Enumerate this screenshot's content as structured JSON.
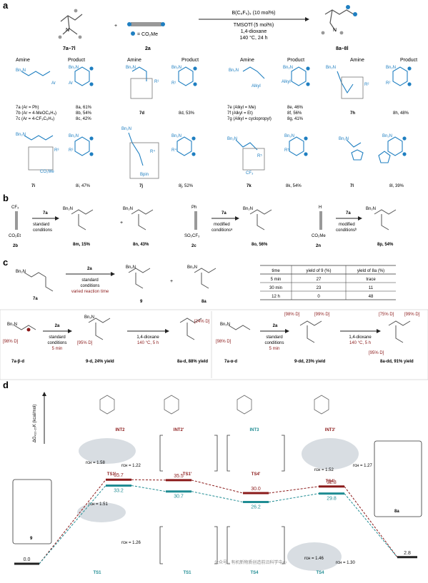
{
  "panels": {
    "a": "a",
    "b": "b",
    "c": "c",
    "d": "d"
  },
  "panel_a": {
    "reactant1_label": "7a–7l",
    "reactant2_label": "2a",
    "legend_text": "= CO₂Me",
    "conditions": [
      "B(C₆F₅)₃ (10 mol%)",
      "TMSOTf (5 mol%)",
      "1,4-dioxane",
      "140 °C, 24 h"
    ],
    "product_label": "8a–8l",
    "header_amine": "Amine",
    "header_product": "Product",
    "entries": [
      {
        "amine_lines": [
          "7a (Ar = Ph)",
          "7b (Ar = 4-MeOC₆H₄)",
          "7c (Ar = 4-CF₃C₆H₄)"
        ],
        "product_lines": [
          "8a, 61%",
          "8b, 54%",
          "8c, 42%"
        ]
      },
      {
        "amine_lines": [
          "7d"
        ],
        "product_lines": [
          "8d, 53%"
        ]
      },
      {
        "amine_lines": [
          "7e (Alkyl = Me)",
          "7f (Alkyl = Et)",
          "7g (Alkyl = cyclopropyl)"
        ],
        "product_lines": [
          "8e, 46%",
          "8f, 56%",
          "8g, 41%"
        ]
      },
      {
        "amine_lines": [
          "7h"
        ],
        "product_lines": [
          "8h, 48%"
        ]
      },
      {
        "amine_lines": [
          "7i"
        ],
        "product_lines": [
          "8i, 47%"
        ]
      },
      {
        "amine_lines": [
          "7j"
        ],
        "product_lines": [
          "8j, 52%"
        ]
      },
      {
        "amine_lines": [
          "7k"
        ],
        "product_lines": [
          "8k, 54%"
        ]
      },
      {
        "amine_lines": [
          "7l"
        ],
        "product_lines": [
          "8l, 39%"
        ]
      }
    ],
    "substituent_labels": {
      "bn2n": "Bn₂N",
      "ar": "Ar",
      "alkyl": "Alkyl",
      "r1": "R¹",
      "r2": "R²",
      "r3": "R³",
      "r4": "R⁴",
      "r5": "R⁵",
      "co2me": "CO₂Me",
      "bpin": "Bpin",
      "cf3": "CF₃"
    }
  },
  "panel_b": {
    "reagent_7a": "7a",
    "items": [
      {
        "alkyne": "2b",
        "top_group": "CF₃",
        "bottom_group": "CO₂Et",
        "cond1": "standard",
        "cond2": "conditions",
        "products": [
          {
            "label": "8m, 15%"
          },
          {
            "label": "8n, 43%"
          }
        ]
      },
      {
        "alkyne": "2c",
        "top_group": "Ph",
        "bottom_group": "SO₂CF₃",
        "cond1": "modified",
        "cond2": "conditionsᵃ",
        "products": [
          {
            "label": "8o, 56%"
          }
        ]
      },
      {
        "alkyne": "2n",
        "top_group": "H",
        "bottom_group": "CO₂Me",
        "cond1": "modified",
        "cond2": "conditionsᵇ",
        "products": [
          {
            "label": "8p, 54%"
          }
        ]
      }
    ]
  },
  "panel_c": {
    "reagent": "2a",
    "cond1": "standard",
    "cond2": "conditions",
    "cond3": "varied reaction time",
    "start": "7a",
    "prod1": "9",
    "prod2": "8a",
    "table": {
      "headers": [
        "time",
        "yield of 9 (%)",
        "yield of 8a (%)"
      ],
      "rows": [
        [
          "5 min",
          "27",
          "trace"
        ],
        [
          "30 min",
          "23",
          "11"
        ],
        [
          "12 h",
          "0",
          "48"
        ]
      ]
    },
    "deut": {
      "start1": "7a-β-d",
      "start1_d": "[98% D]",
      "cond_a": [
        "2a",
        "standard",
        "conditions",
        "5 min"
      ],
      "prod1": "9-d, 24% yield",
      "prod1_d": "[95% D]",
      "cond_b": [
        "1,4-dioxane",
        "140 °C, 5 h"
      ],
      "prod2": "8a-d, 88% yield",
      "prod2_d": "[24% D]",
      "start2": "7a-α-d",
      "start2_d": "[98% D]",
      "prod3": "9-dd, 23% yield",
      "prod3_d1": "[98% D]",
      "prod3_d2": "[99% D]",
      "prod4": "8a-dd, 91% yield",
      "prod4_d1": "[75% D]",
      "prod4_d2": "[99% D]",
      "prod4_d3": "[95% D]"
    }
  },
  "panel_d": {
    "y_axis_label": "ΔG₄₁₃.₁₅K (kcal/mol)",
    "top_labels": [
      "INT2",
      "INT2'",
      "INT3",
      "INT3'"
    ],
    "ts_labels_top": [
      "TS1'",
      "TS1'",
      "TS4'",
      "TS4'"
    ],
    "ts_labels_bottom": [
      "TS1",
      "TS1",
      "TS4",
      "TS4"
    ],
    "rch_values": [
      "rᴄʜ = 1.58",
      "rᴄʜ = 1.22",
      "rᴄʜ = 1.51",
      "rᴄʜ = 1.26",
      "rᴄʜ = 1.52",
      "rᴄʜ = 1.27",
      "rᴄʜ = 1.46",
      "rᴄʜ = 1.30"
    ],
    "levels": [
      {
        "name": "9",
        "value": "0.0"
      },
      {
        "name": "TS1'",
        "value": "35.7"
      },
      {
        "name": "TS1",
        "value": "33.2"
      },
      {
        "name": "INT2'",
        "value": "35.5"
      },
      {
        "name": "INT2",
        "value": "30.7"
      },
      {
        "name": "INT3'",
        "value": "30.0"
      },
      {
        "name": "INT3",
        "value": "26.2"
      },
      {
        "name": "TS4'",
        "value": "32.8"
      },
      {
        "name": "TS4",
        "value": "29.8"
      },
      {
        "name": "8a",
        "value": "2.8"
      }
    ],
    "legend_9": "9",
    "legend_8a": "8a",
    "watermark": "公众号 · 有机新物质创造前沿科学中心",
    "colors": {
      "primed": "#8b1a1a",
      "unprimed": "#1f8c93",
      "blue": "#1f7fc1"
    }
  }
}
